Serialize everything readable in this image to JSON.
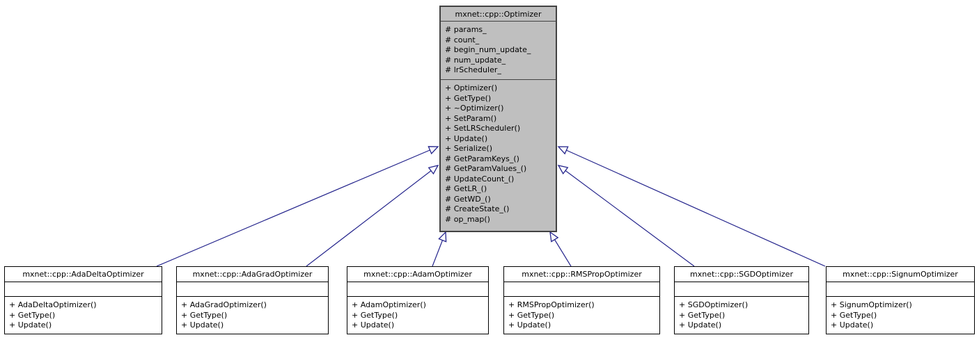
{
  "diagram": {
    "type": "uml-class-inheritance",
    "colors": {
      "edge": "#24248c",
      "base_class_fill": "#bfbfbf",
      "derived_class_fill": "#ffffff",
      "border": "#000000",
      "base_border": "#424242",
      "background": "#ffffff"
    },
    "classes": {
      "base": {
        "title": "mxnet::cpp::Optimizer",
        "fields": [
          "# params_",
          "# count_",
          "# begin_num_update_",
          "# num_update_",
          "# lrScheduler_"
        ],
        "methods": [
          "+ Optimizer()",
          "+ GetType()",
          "+ ~Optimizer()",
          "+ SetParam()",
          "+ SetLRScheduler()",
          "+ Update()",
          "+ Serialize()",
          "# GetParamKeys_()",
          "# GetParamValues_()",
          "# UpdateCount_()",
          "# GetLR_()",
          "# GetWD_()",
          "# CreateState_()",
          "# op_map()"
        ]
      },
      "derived": [
        {
          "title": "mxnet::cpp::AdaDeltaOptimizer",
          "fields": [],
          "methods": [
            "+ AdaDeltaOptimizer()",
            "+ GetType()",
            "+ Update()"
          ]
        },
        {
          "title": "mxnet::cpp::AdaGradOptimizer",
          "fields": [],
          "methods": [
            "+ AdaGradOptimizer()",
            "+ GetType()",
            "+ Update()"
          ]
        },
        {
          "title": "mxnet::cpp::AdamOptimizer",
          "fields": [],
          "methods": [
            "+ AdamOptimizer()",
            "+ GetType()",
            "+ Update()"
          ]
        },
        {
          "title": "mxnet::cpp::RMSPropOptimizer",
          "fields": [],
          "methods": [
            "+ RMSPropOptimizer()",
            "+ GetType()",
            "+ Update()"
          ]
        },
        {
          "title": "mxnet::cpp::SGDOptimizer",
          "fields": [],
          "methods": [
            "+ SGDOptimizer()",
            "+ GetType()",
            "+ Update()"
          ]
        },
        {
          "title": "mxnet::cpp::SignumOptimizer",
          "fields": [],
          "methods": [
            "+ SignumOptimizer()",
            "+ GetType()",
            "+ Update()"
          ]
        }
      ]
    },
    "inheritance_edges": [
      {
        "from": "mxnet::cpp::AdaDeltaOptimizer",
        "to": "mxnet::cpp::Optimizer"
      },
      {
        "from": "mxnet::cpp::AdaGradOptimizer",
        "to": "mxnet::cpp::Optimizer"
      },
      {
        "from": "mxnet::cpp::AdamOptimizer",
        "to": "mxnet::cpp::Optimizer"
      },
      {
        "from": "mxnet::cpp::RMSPropOptimizer",
        "to": "mxnet::cpp::Optimizer"
      },
      {
        "from": "mxnet::cpp::SGDOptimizer",
        "to": "mxnet::cpp::Optimizer"
      },
      {
        "from": "mxnet::cpp::SignumOptimizer",
        "to": "mxnet::cpp::Optimizer"
      }
    ]
  }
}
